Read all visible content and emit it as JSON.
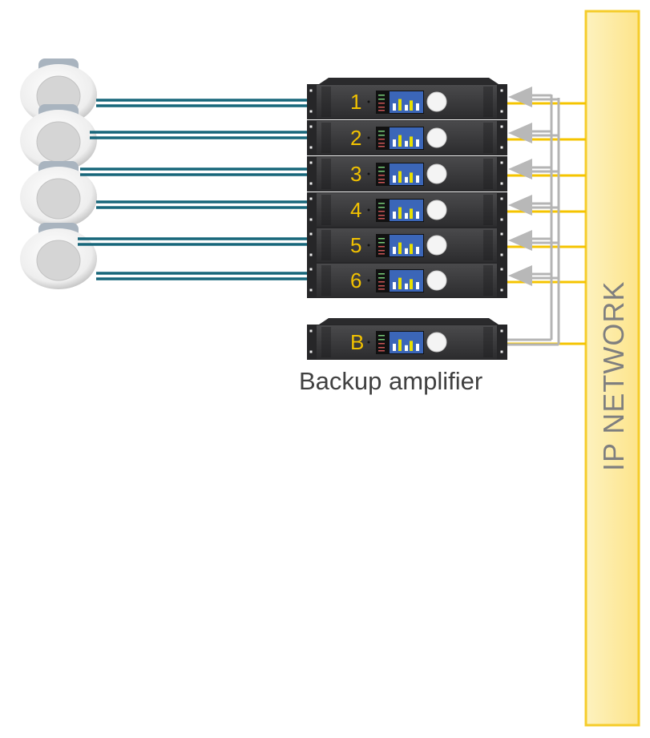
{
  "amplifiers": [
    {
      "label": "1"
    },
    {
      "label": "2"
    },
    {
      "label": "3"
    },
    {
      "label": "4"
    },
    {
      "label": "5"
    },
    {
      "label": "6"
    }
  ],
  "backup": {
    "label": "B",
    "caption": "Backup amplifier"
  },
  "network": {
    "label": "IP NETWORK"
  },
  "speakers_count": 4,
  "colors": {
    "speaker_cable": "#17667a",
    "network_cable": "#f5c400",
    "failover_link": "#b4b4b4",
    "network_bar_fill": "#fdeca0",
    "network_bar_border": "#f5cc2a",
    "amp_body": "#3a3a3c",
    "amp_number": "#f2c200"
  }
}
